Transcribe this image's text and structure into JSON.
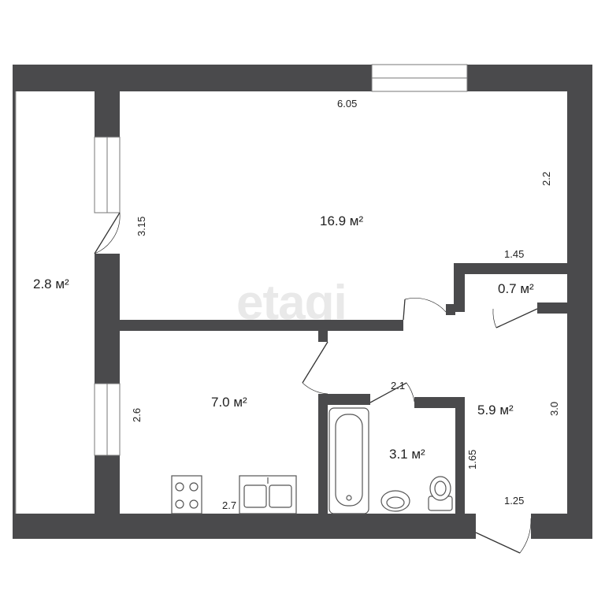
{
  "rooms": {
    "living": {
      "area": "16.9 м²"
    },
    "balcony": {
      "area": "2.8 м²"
    },
    "kitchen": {
      "area": "7.0 м²"
    },
    "bathroom": {
      "area": "3.1 м²"
    },
    "hallway": {
      "area": "5.9 м²"
    },
    "closet": {
      "area": "0.7 м²"
    }
  },
  "dimensions": {
    "living_width": "6.05",
    "living_right": "2.2",
    "living_left": "3.15",
    "closet_width": "1.45",
    "kitchen_left": "2.6",
    "kitchen_bottom": "2.7",
    "bath_top": "2.1",
    "bath_right": "1.65",
    "hall_right": "3.0",
    "hall_bottom": "1.25"
  },
  "watermark": "etagi",
  "colors": {
    "wall": "#4a4a4c",
    "background": "#ffffff",
    "fixture_stroke": "#555555"
  }
}
